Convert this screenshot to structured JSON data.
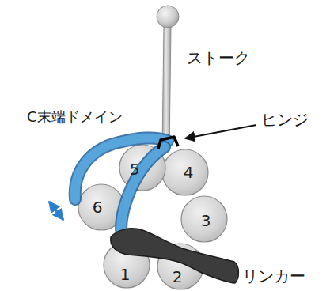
{
  "diagram": {
    "nodes": [
      {
        "text": [
          "1"
        ]
      },
      {
        "text": [
          "2"
        ]
      },
      {
        "text": [
          "3"
        ]
      },
      {
        "text": [
          "4"
        ]
      },
      {
        "text": [
          "5"
        ]
      },
      {
        "text": [
          "6"
        ]
      }
    ],
    "labels": [
      "ストーク",
      "C末端ドメイン",
      "ヒンジ",
      "リンカー"
    ]
  }
}
